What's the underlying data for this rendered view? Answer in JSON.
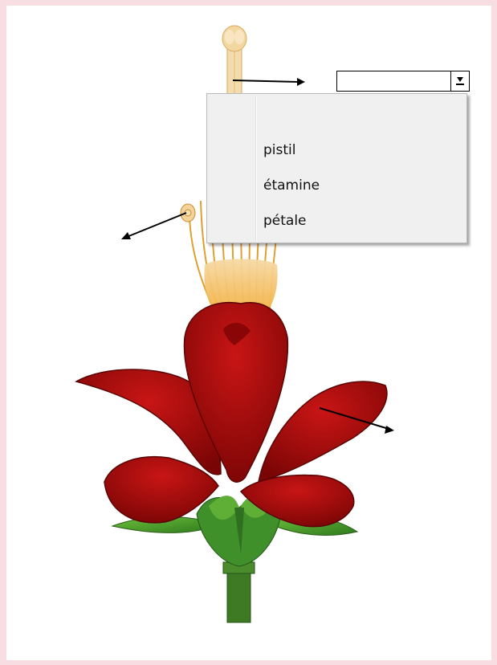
{
  "labels_dropdown": {
    "selected_value": "",
    "options": [
      "pistil",
      "étamine",
      "pétale"
    ]
  },
  "icons": {
    "select_arrow": "download-arrow-icon"
  },
  "colors": {
    "frame": "#f8dde3",
    "petal": "#b00b0b",
    "stamen": "#f5b73a",
    "sepal": "#3f8f2a"
  }
}
